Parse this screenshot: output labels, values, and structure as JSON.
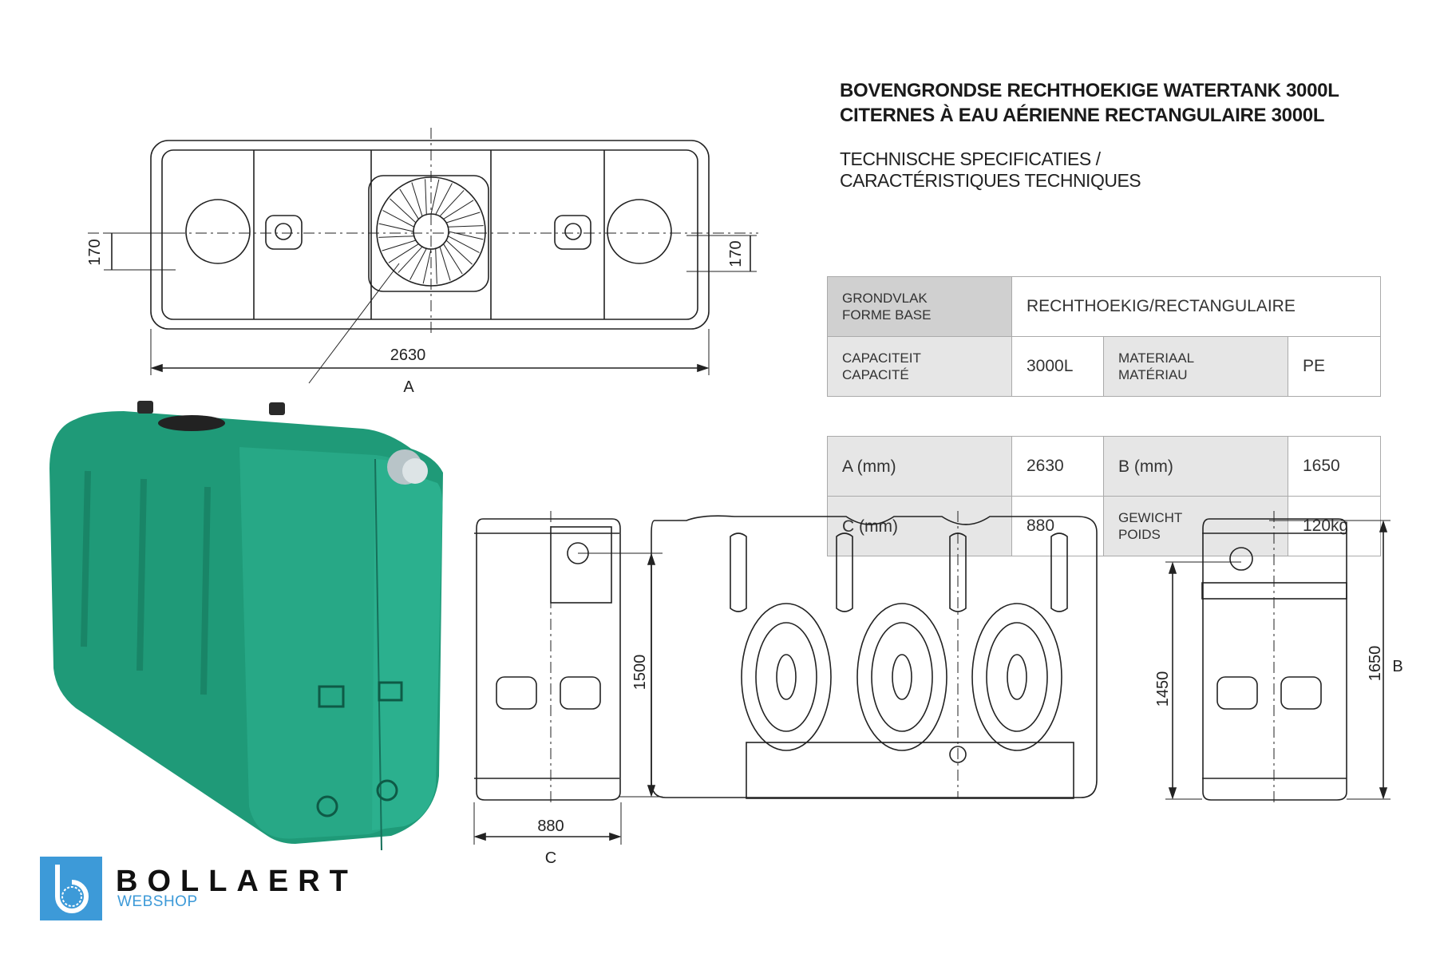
{
  "title": {
    "line1": "BOVENGRONDSE RECHTHOEKIGE WATERTANK 3000L",
    "line2": "CITERNES À EAU AÉRIENNE RECTANGULAIRE 3000L"
  },
  "section": {
    "line1": "TECHNISCHE SPECIFICATIES /",
    "line2": "CARACTÉRISTIQUES TECHNIQUES"
  },
  "spec_table": {
    "shape_label_nl": "GRONDVLAK",
    "shape_label_fr": "FORME BASE",
    "shape_value": "RECHTHOEKIG/RECTANGULAIRE",
    "capacity_label_nl": "CAPACITEIT",
    "capacity_label_fr": "CAPACITÉ",
    "capacity_value": "3000L",
    "material_label_nl": "MATERIAAL",
    "material_label_fr": "MATÉRIAU",
    "material_value": "PE"
  },
  "dim_table": {
    "a_label": "A (mm)",
    "a_value": "2630",
    "b_label": "B (mm)",
    "b_value": "1650",
    "c_label": "C (mm)",
    "c_value": "880",
    "weight_label_nl": "GEWICHT",
    "weight_label_fr": "POIDS",
    "weight_value": "120kg"
  },
  "drawing": {
    "top_offset_left": "170",
    "top_offset_right": "170",
    "length": "2630",
    "length_letter": "A",
    "inlet_height": "1500",
    "width": "880",
    "width_letter": "C",
    "outlet_height": "1450",
    "height": "1650",
    "height_letter": "B"
  },
  "logo": {
    "brand": "BOLLAERT",
    "sub": "WEBSHOP",
    "color": "#3d9ad8"
  },
  "colors": {
    "tank_green": "#1f9a78"
  }
}
